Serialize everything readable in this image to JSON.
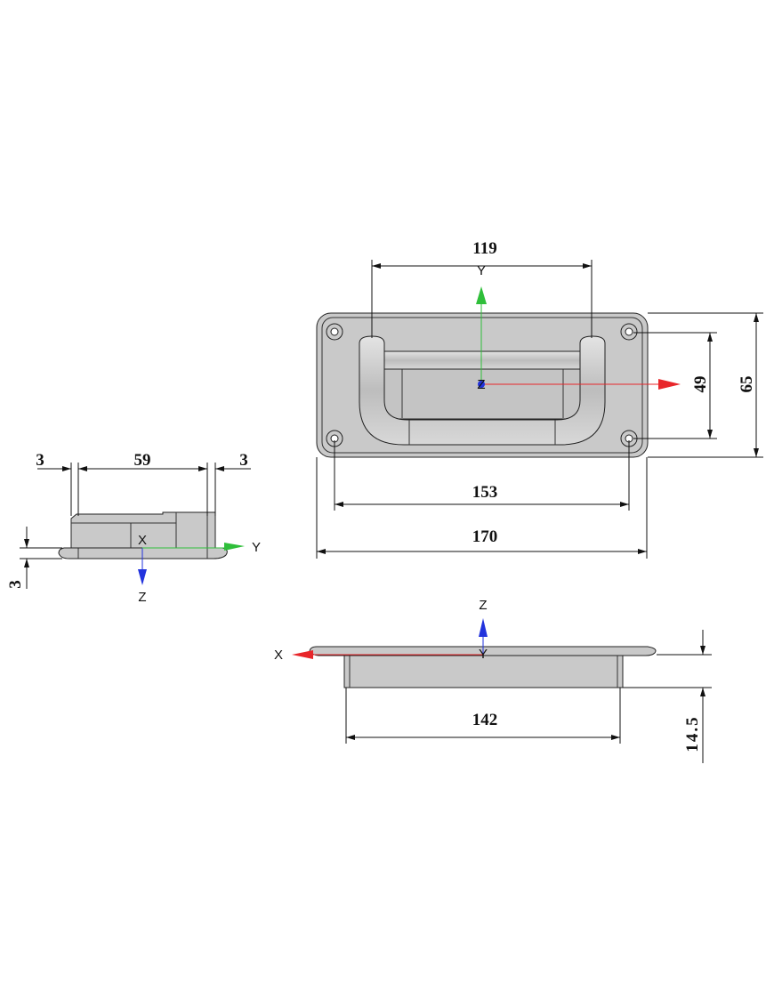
{
  "top_view": {
    "dimensions": {
      "handle_span": "119",
      "hole_spacing_vertical": "49",
      "overall_height": "65",
      "hole_spacing_horizontal": "153",
      "overall_width": "170"
    },
    "axes": {
      "y_label": "Y",
      "z_label": "Z"
    }
  },
  "side_view": {
    "dimensions": {
      "left_offset": "3",
      "body_depth": "59",
      "right_offset": "3",
      "flange_thickness": "3"
    },
    "axes": {
      "x_label": "X",
      "y_label": "Y",
      "z_label": "Z"
    }
  },
  "front_view": {
    "dimensions": {
      "body_width": "142",
      "total_depth": "14.5"
    },
    "axes": {
      "x_label": "X",
      "y_label": "Y",
      "z_label": "Z"
    }
  },
  "colors": {
    "x_axis": "#e8262a",
    "y_axis": "#2fbf3a",
    "z_axis": "#2233dd",
    "part_fill": "#c9c9c9"
  }
}
